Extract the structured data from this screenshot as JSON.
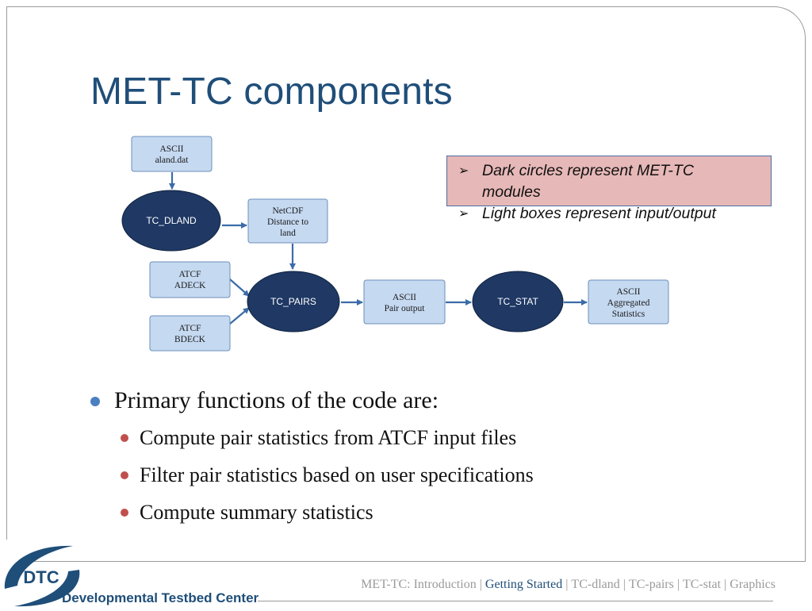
{
  "slide": {
    "title": "MET-TC components"
  },
  "diagram": {
    "boxes": {
      "aland": [
        "ASCII",
        "aland.dat"
      ],
      "netcdf": [
        "NetCDF",
        "Distance to",
        "land"
      ],
      "adeck": [
        "ATCF",
        "ADECK"
      ],
      "bdeck": [
        "ATCF",
        "BDECK"
      ],
      "pair_output": [
        "ASCII",
        "Pair output"
      ],
      "aggregated": [
        "ASCII",
        "Aggregated",
        "Statistics"
      ]
    },
    "modules": {
      "tc_dland": "TC_DLAND",
      "tc_pairs": "TC_PAIRS",
      "tc_stat": "TC_STAT"
    }
  },
  "legend": {
    "items": [
      "Dark circles represent MET-TC modules",
      "Light boxes represent input/output"
    ]
  },
  "bullets": {
    "main": "Primary functions of the code are:",
    "sub": [
      "Compute pair statistics from ATCF input files",
      "Filter pair statistics based on user specifications",
      "Compute summary statistics"
    ]
  },
  "footer": {
    "links": [
      "MET-TC:  Introduction",
      "Getting Started",
      "TC-dland",
      "TC-pairs",
      "TC-stat",
      "Graphics"
    ],
    "separator": "|",
    "active": "Getting Started"
  },
  "logo": {
    "initials": "DTC",
    "name": "Developmental Testbed Center"
  },
  "colors": {
    "title": "#1f4e79",
    "module_fill": "#1f3864",
    "box_fill": "#c5d9f1",
    "legend_fill": "#e6b8b7",
    "arrow": "#3b6ca8",
    "bullet_main": "#4a7fc1",
    "bullet_sub": "#c0504d"
  }
}
